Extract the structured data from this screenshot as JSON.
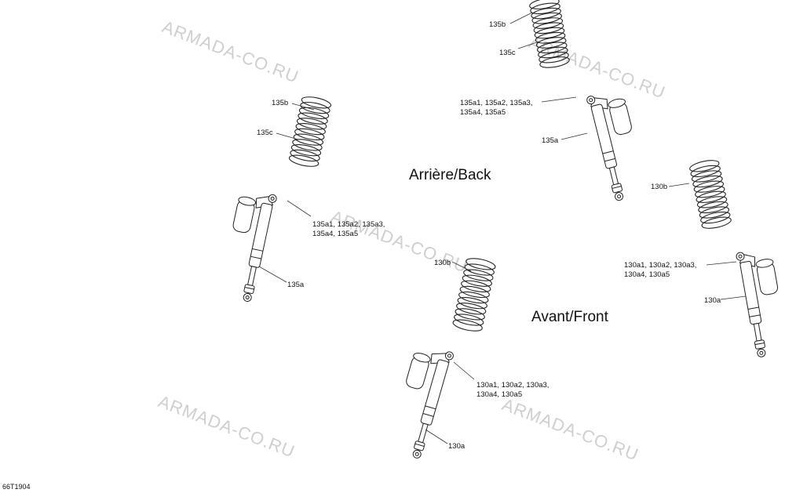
{
  "watermark": "ARMADA-CO.RU",
  "section_back": "Arrière/Back",
  "section_front": "Avant/Front",
  "figure_ref": "66T1904",
  "labels": {
    "spring_b_rear": "135b",
    "spring_c_rear": "135c",
    "shock_rear": "135a",
    "shock_rear_variants_1": "135a1, 135a2, 135a3,",
    "shock_rear_variants_2": "135a4, 135a5",
    "spring_b_front": "130b",
    "shock_front": "130a",
    "shock_front_variants_1": "130a1, 130a2, 130a3,",
    "shock_front_variants_2": "130a4, 130a5"
  }
}
